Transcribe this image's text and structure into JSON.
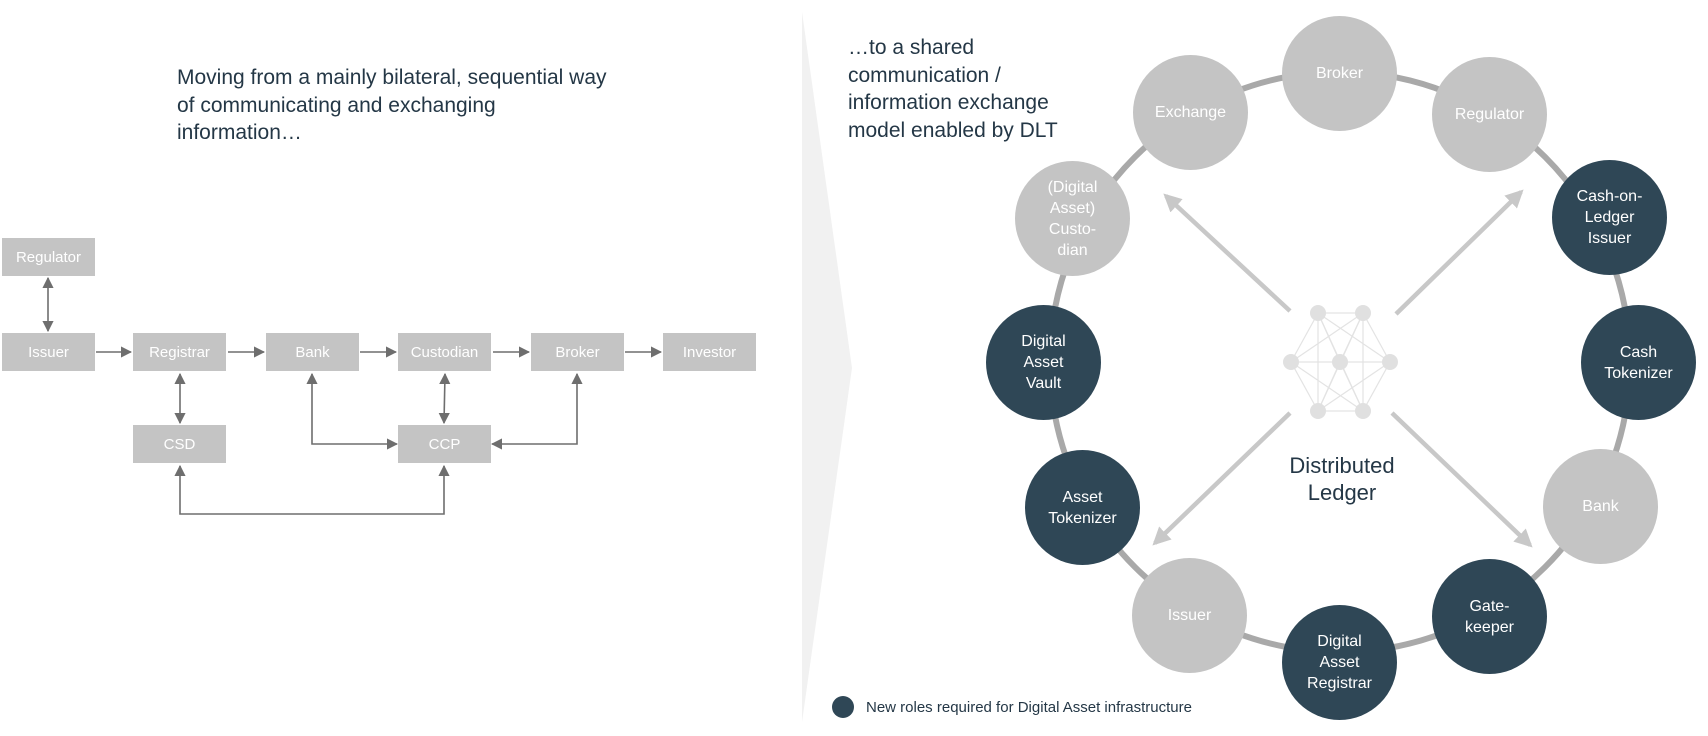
{
  "left_panel": {
    "heading": "Moving from a mainly bilateral, sequential way\nof communicating and exchanging\ninformation…",
    "boxes": {
      "regulator": "Regulator",
      "issuer": "Issuer",
      "registrar": "Registrar",
      "bank": "Bank",
      "custodian": "Custodian",
      "broker": "Broker",
      "investor": "Investor",
      "csd": "CSD",
      "ccp": "CCP"
    }
  },
  "right_panel": {
    "heading": "…to a shared\ncommunication /\ninformation exchange\nmodel enabled by DLT",
    "center_label": "Distributed\nLedger",
    "roles": [
      {
        "label": "Broker",
        "kind": "existing"
      },
      {
        "label": "Regulator",
        "kind": "existing"
      },
      {
        "label": "Cash-on-\nLedger\nIssuer",
        "kind": "new"
      },
      {
        "label": "Cash\nTokenizer",
        "kind": "new"
      },
      {
        "label": "Bank",
        "kind": "existing"
      },
      {
        "label": "Gate-\nkeeper",
        "kind": "new"
      },
      {
        "label": "Digital\nAsset\nRegistrar",
        "kind": "new"
      },
      {
        "label": "Issuer",
        "kind": "existing"
      },
      {
        "label": "Asset\nTokenizer",
        "kind": "new"
      },
      {
        "label": "Digital\nAsset\nVault",
        "kind": "new"
      },
      {
        "label": "(Digital\nAsset)\nCusto-\ndian",
        "kind": "existing"
      },
      {
        "label": "Exchange",
        "kind": "existing"
      }
    ],
    "legend": "New roles required for Digital Asset infrastructure"
  },
  "colors": {
    "existing_role": "#c4c4c4",
    "new_role": "#2f4756",
    "heading_text": "#243746",
    "ring": "#a9a9a9",
    "arrows": "#c8c8c8",
    "flow_arrows": "#6e6e6e"
  }
}
